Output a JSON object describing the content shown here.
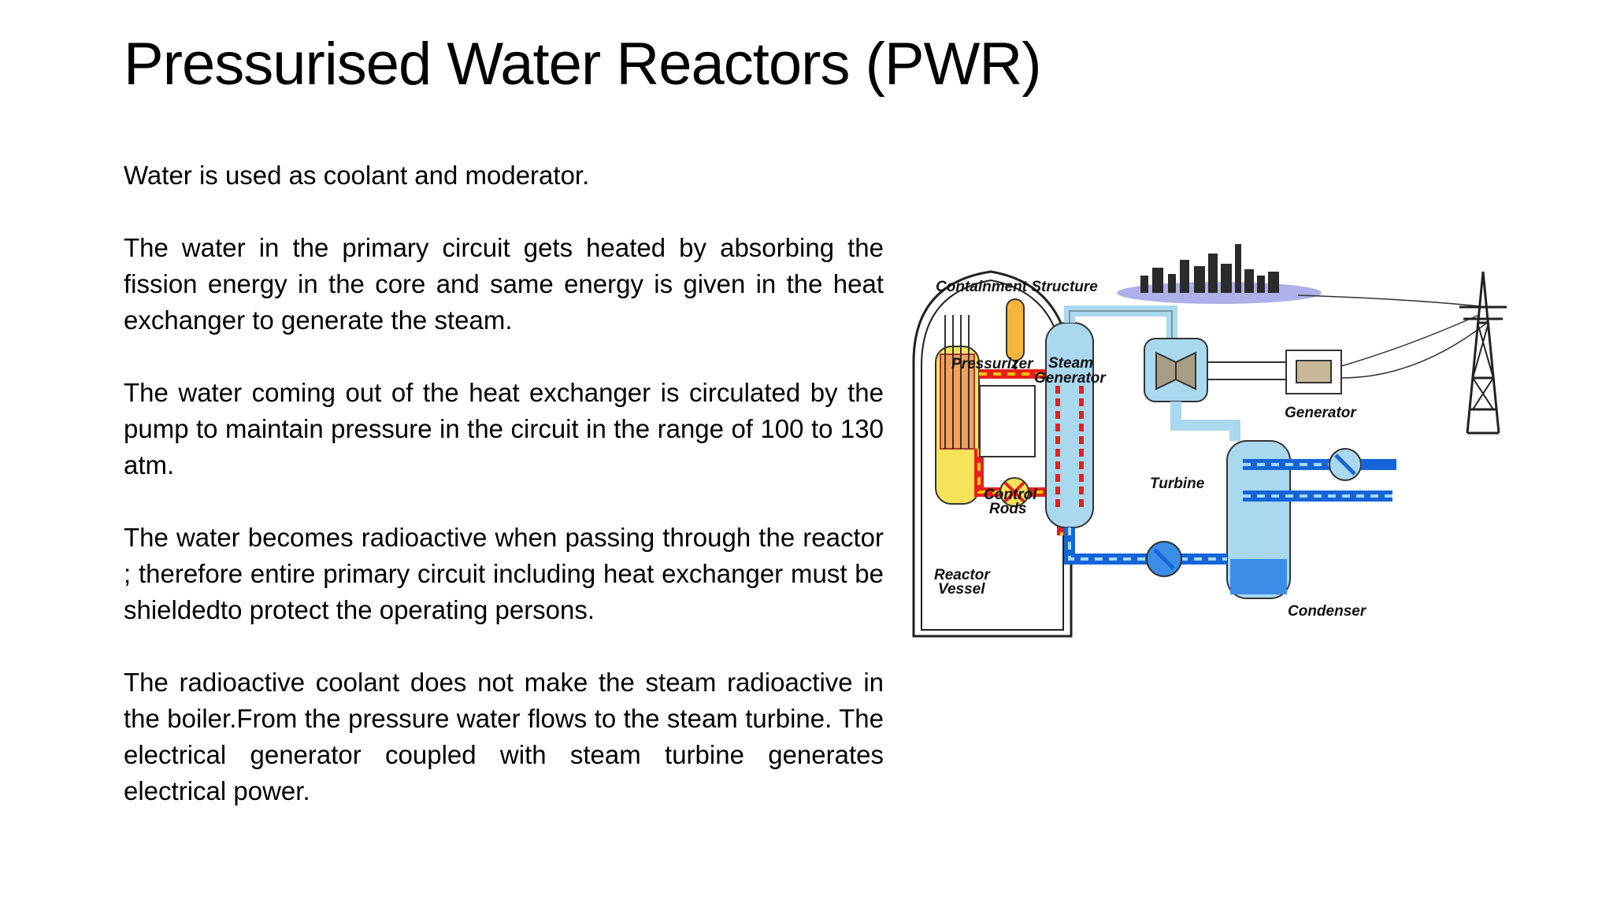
{
  "slide": {
    "title": "Pressurised Water Reactors (PWR)",
    "paragraphs": [
      "Water is used as coolant and moderator.",
      "The water in the primary circuit gets heated by absorbing the fission energy in the core and same energy is given in the heat exchanger to generate the steam.",
      "The water coming out of the heat exchanger is circulated by the pump to maintain pressure in the circuit in the range of 100 to 130 atm.",
      "The water becomes radioactive when passing through the reactor ; therefore entire primary circuit including heat exchanger must be shieldedto protect the operating persons.",
      "The radioactive coolant does not make the steam radioactive in the boiler.From the pressure water flows to the steam turbine. The electrical generator coupled with steam turbine generates electrical power."
    ]
  },
  "diagram": {
    "labels": {
      "containment": "Containment Structure",
      "pressurizer": "Pressurizer",
      "steam_generator_1": "Steam",
      "steam_generator_2": "Generator",
      "control_rods_1": "Control",
      "control_rods_2": "Rods",
      "reactor_vessel_1": "Reactor",
      "reactor_vessel_2": "Vessel",
      "turbine": "Turbine",
      "generator": "Generator",
      "condenser": "Condenser"
    },
    "colors": {
      "hot_loop": "#e8201c",
      "hot_dash": "#f5c400",
      "steam": "#a9d8ef",
      "cold_water": "#1565d8",
      "reactor_core": "#f2a05a",
      "city": "#2b2b2b",
      "sky": "#8a8ee0"
    }
  }
}
